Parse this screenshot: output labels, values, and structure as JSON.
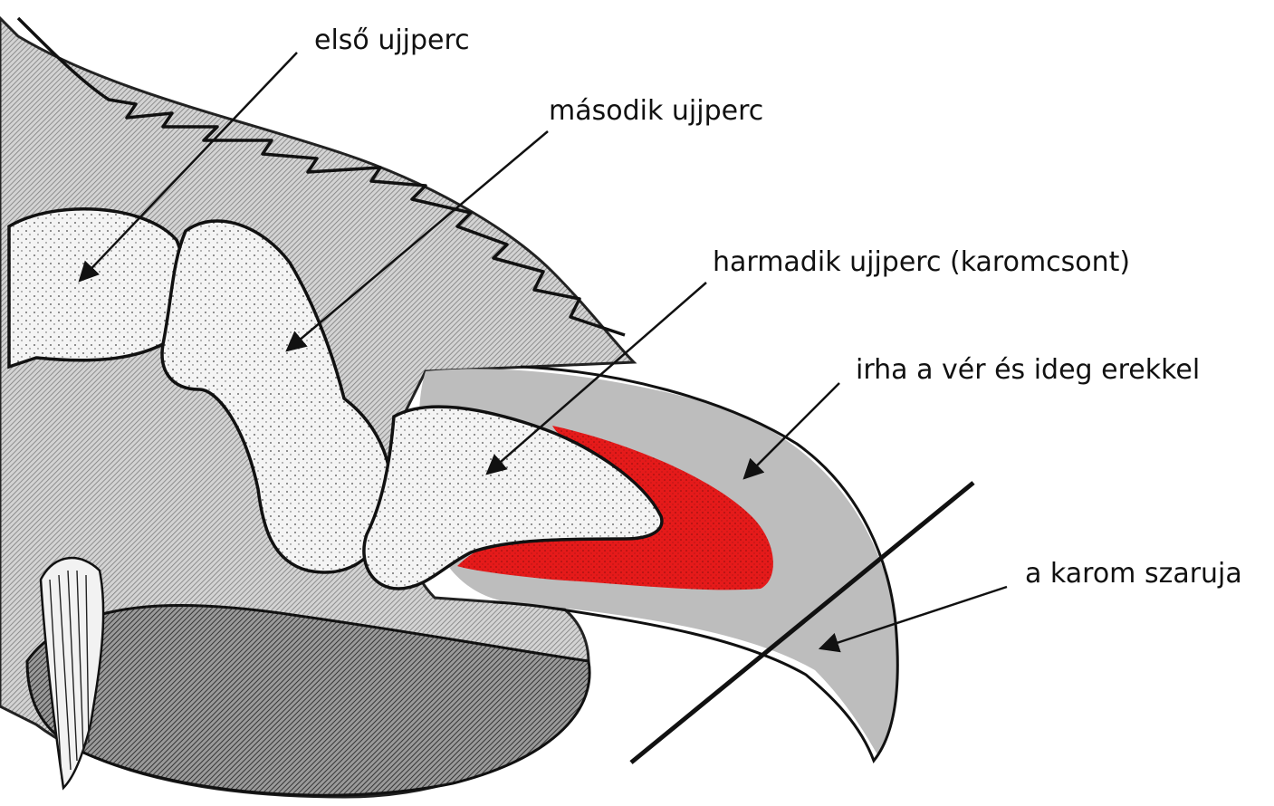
{
  "labels": {
    "elso_ujjperc": "első ujjperc",
    "masodik_ujjperc": "második ujjperc",
    "harmadik_ujjperc": "harmadik ujjperc (karomcsont)",
    "irha": "irha a vér és ideg erekkel",
    "karom_szaruja": "a karom szaruja"
  },
  "colors": {
    "tissue_hatch": "#9a9a9a",
    "bone": "#f2f2f2",
    "dermis": "#e01818",
    "horn": "#bdbdbd",
    "outline": "#111111",
    "paw_pad": "#7a7a7a"
  }
}
